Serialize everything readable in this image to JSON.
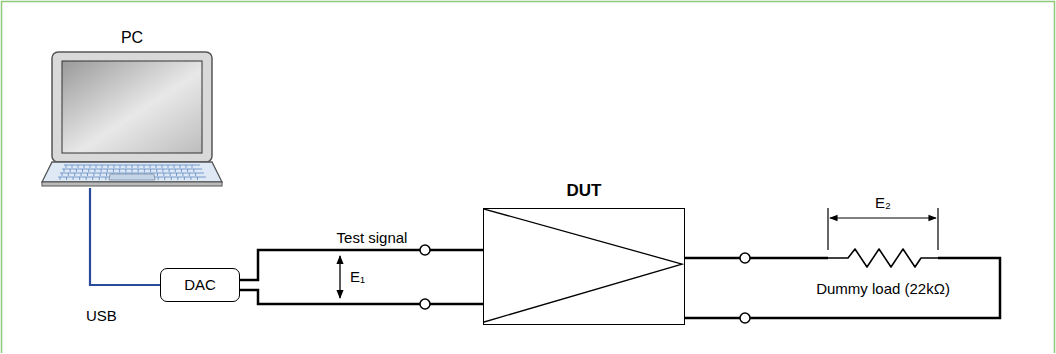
{
  "diagram": {
    "nodes": [
      {
        "text": [
          "PC"
        ]
      },
      {
        "text": [
          "DAC"
        ]
      },
      {
        "text": [
          "DUT"
        ]
      }
    ],
    "edges": [
      {
        "from": 0,
        "to": 1,
        "arrow": "none",
        "label": "USB"
      },
      {
        "from": 1,
        "to": 2,
        "arrow": "none"
      },
      {
        "from": 1,
        "to": 2,
        "arrow": "none"
      }
    ],
    "labels": [
      "Test signal",
      "E₁",
      "E₂",
      "Dummy load (22kΩ)"
    ]
  }
}
